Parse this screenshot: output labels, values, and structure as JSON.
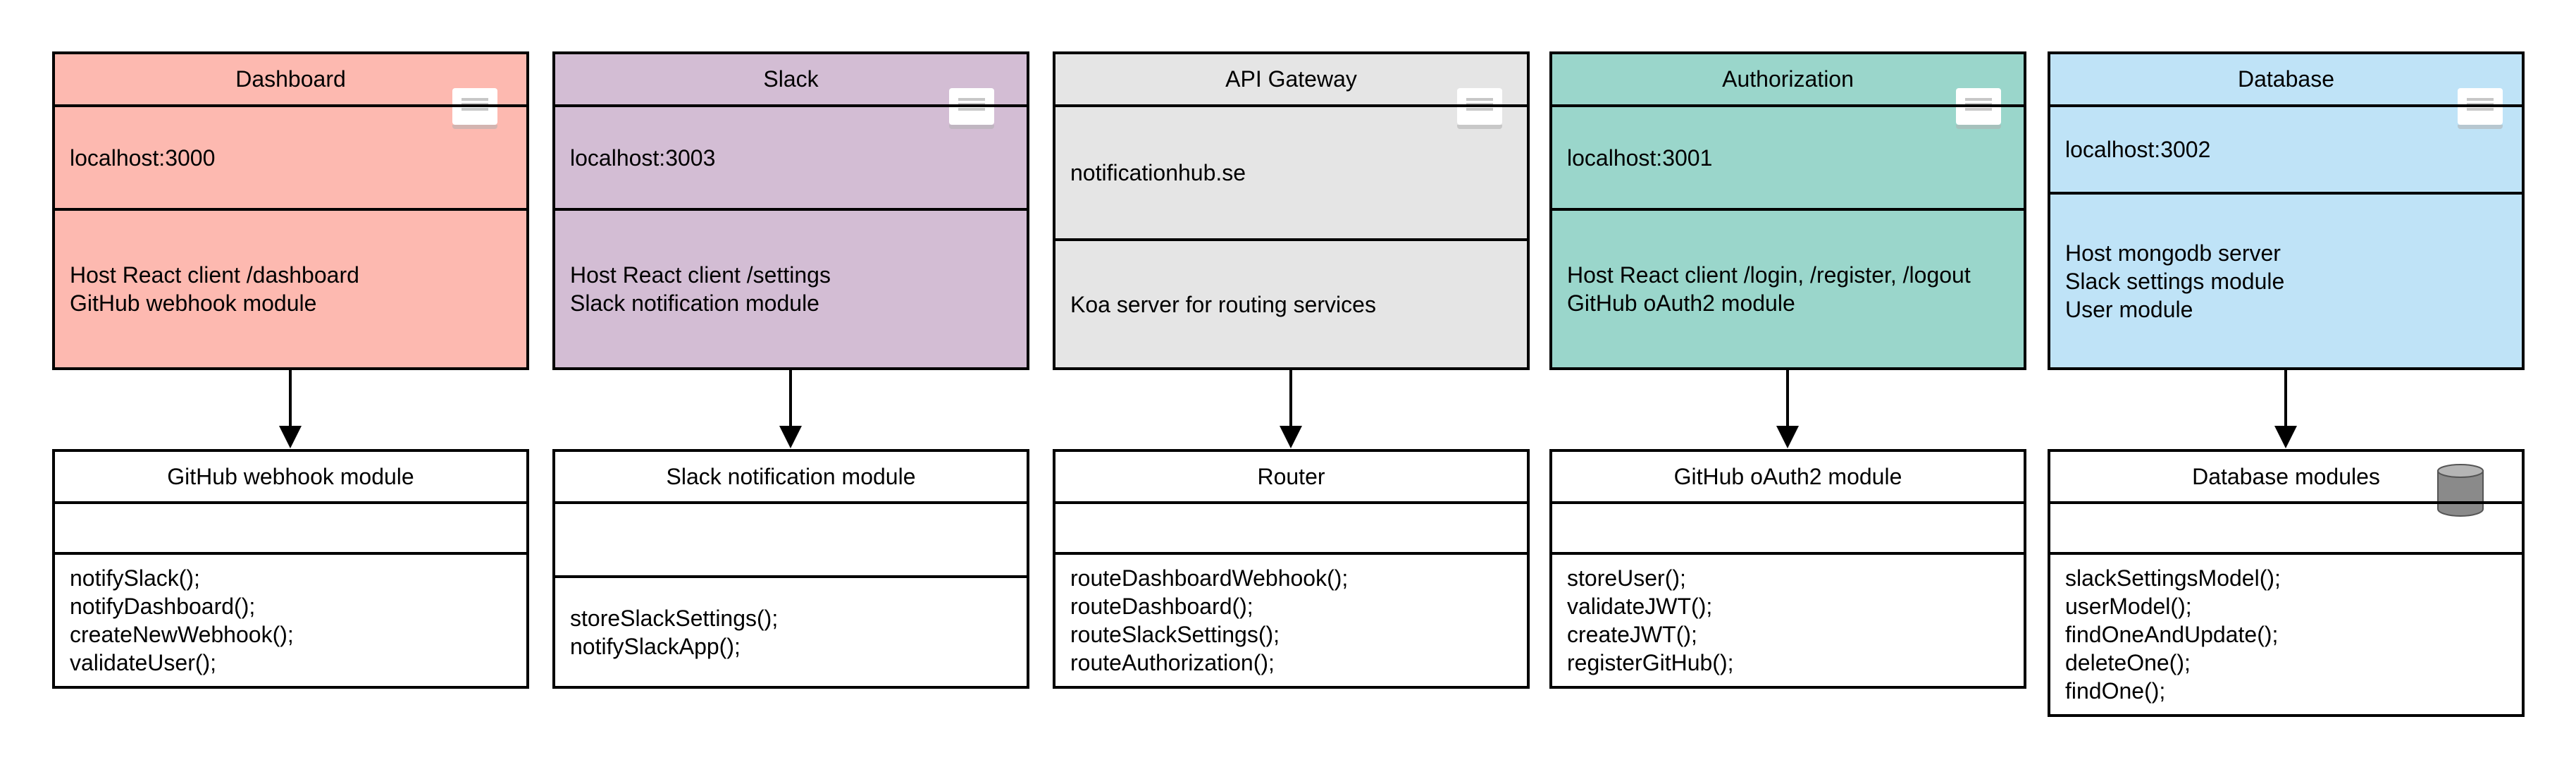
{
  "colors": {
    "dashboard": "#fdb9b0",
    "slack": "#d3bdd4",
    "api_gateway": "#e5e5e5",
    "authorization": "#9ad6cb",
    "database": "#bfe3f7",
    "module": "#ffffff",
    "stroke": "#000000"
  },
  "services": {
    "dashboard": {
      "title": "Dashboard",
      "host": "localhost:3000",
      "lines": [
        "Host React client /dashboard",
        "GitHub webhook module"
      ],
      "icon": "list-icon"
    },
    "slack": {
      "title": "Slack",
      "host": "localhost:3003",
      "lines": [
        "Host React client /settings",
        "Slack notification module"
      ],
      "icon": "list-icon"
    },
    "api_gateway": {
      "title": "API Gateway",
      "host": "notificationhub.se",
      "lines": [
        "Koa server for routing services"
      ],
      "icon": "list-icon"
    },
    "authorization": {
      "title": "Authorization",
      "host": "localhost:3001",
      "lines": [
        "Host React client /login, /register, /logout",
        "GitHub oAuth2 module"
      ],
      "icon": "list-icon"
    },
    "database": {
      "title": "Database",
      "host": "localhost:3002",
      "lines": [
        "Host mongodb server",
        "Slack settings module",
        "User module"
      ],
      "icon": "list-icon"
    }
  },
  "modules": {
    "github_webhook": {
      "title": "GitHub webhook module",
      "methods": [
        "notifySlack();",
        "notifyDashboard();",
        "createNewWebhook();",
        "validateUser();"
      ]
    },
    "slack_notification": {
      "title": "Slack notification module",
      "methods": [
        "storeSlackSettings();",
        "notifySlackApp();"
      ]
    },
    "router": {
      "title": "Router",
      "methods": [
        "routeDashboardWebhook();",
        "routeDashboard();",
        "routeSlackSettings();",
        "routeAuthorization();"
      ]
    },
    "github_oauth2": {
      "title": "GitHub oAuth2 module",
      "methods": [
        "storeUser();",
        "validateJWT();",
        "createJWT();",
        "registerGitHub();"
      ]
    },
    "database_modules": {
      "title": "Database modules",
      "methods": [
        "slackSettingsModel();",
        "userModel();",
        "findOneAndUpdate();",
        "deleteOne();",
        "findOne();"
      ],
      "icon": "database-icon"
    }
  }
}
